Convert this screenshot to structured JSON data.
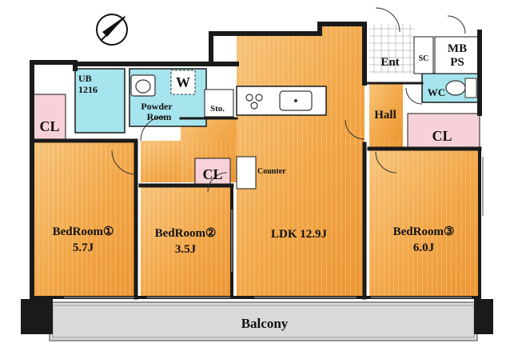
{
  "rooms": {
    "bedroom1": {
      "name": "BedRoom①",
      "size": "5.7J"
    },
    "bedroom2": {
      "name": "BedRoom②",
      "size": "3.5J"
    },
    "bedroom3": {
      "name": "BedRoom③",
      "size": "6.0J"
    },
    "ldk": {
      "label": "LDK  12.9J"
    },
    "balcony": "Balcony",
    "closet_left": "CL",
    "closet_center": "CL",
    "closet_right": "CL",
    "counter": "Counter",
    "storage": "Sto.",
    "powder_room_line1": "Powder",
    "powder_room_line2": "Room",
    "washer": "W",
    "unit_bath_line1": "UB",
    "unit_bath_line2": "1216",
    "entrance": "Ent",
    "shoe_cabinet": "SC",
    "mb_line1": "MB",
    "mb_line2": "PS",
    "wc": "WC",
    "hall": "Hall"
  },
  "colors": {
    "floor_orange": "#f2a646",
    "wall": "#1a1a1a",
    "wet_cyan": "#a6e4ee",
    "closet_pink": "#f6d2d8",
    "balcony_gray": "#d9d9d9"
  },
  "icons": [
    "compass-icon",
    "sink-icon",
    "stove-icon",
    "toilet-icon",
    "washbasin-icon"
  ]
}
